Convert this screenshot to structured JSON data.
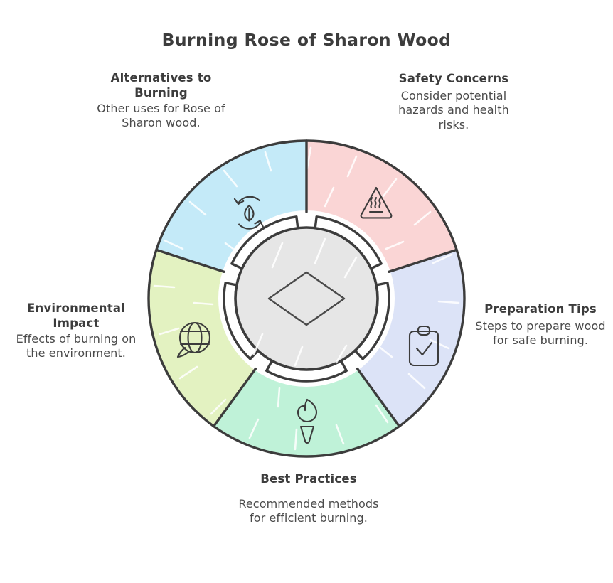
{
  "title": "Burning Rose of Sharon Wood",
  "palette": {
    "ink": "#3c3c3c",
    "hub_fill": "#e6e6e6",
    "background": "#ffffff"
  },
  "chart_data": {
    "type": "pie",
    "title": "Burning Rose of Sharon Wood",
    "subtype": "donut-wheel-infographic",
    "legend_position": "around-wheel",
    "categories": [
      "Safety Concerns",
      "Preparation Tips",
      "Best Practices",
      "Environmental Impact",
      "Alternatives to Burning"
    ],
    "values": [
      20,
      20,
      20,
      20,
      20
    ],
    "value_unit": "percent",
    "start_angle_deg": 0,
    "slice_angle_deg": 72,
    "xlabel": "",
    "ylabel": ""
  },
  "segments": [
    {
      "id": "safety",
      "title": "Safety Concerns",
      "description": "Consider potential hazards and health risks.",
      "color": "#fad5d5",
      "icon": "hot-surface-warning-icon",
      "start_deg": 0,
      "end_deg": 72,
      "label_side": "top-right"
    },
    {
      "id": "preparation",
      "title": "Preparation Tips",
      "description": "Steps to prepare wood for safe burning.",
      "color": "#dce3f7",
      "icon": "clipboard-check-icon",
      "start_deg": 72,
      "end_deg": 144,
      "label_side": "right"
    },
    {
      "id": "practices",
      "title": "Best Practices",
      "description": "Recommended methods for efficient burning.",
      "color": "#bff2d8",
      "icon": "torch-flame-icon",
      "start_deg": 144,
      "end_deg": 216,
      "label_side": "bottom"
    },
    {
      "id": "environment",
      "title": "Environmental Impact",
      "description": "Effects of burning on the environment.",
      "color": "#e3f2c1",
      "icon": "globe-speech-icon",
      "start_deg": 216,
      "end_deg": 288,
      "label_side": "left"
    },
    {
      "id": "alternatives",
      "title": "Alternatives to Burning",
      "description": "Other uses for Rose of Sharon wood.",
      "color": "#c4eaf8",
      "icon": "recycle-leaf-icon",
      "start_deg": 288,
      "end_deg": 360,
      "label_side": "top-left"
    }
  ]
}
